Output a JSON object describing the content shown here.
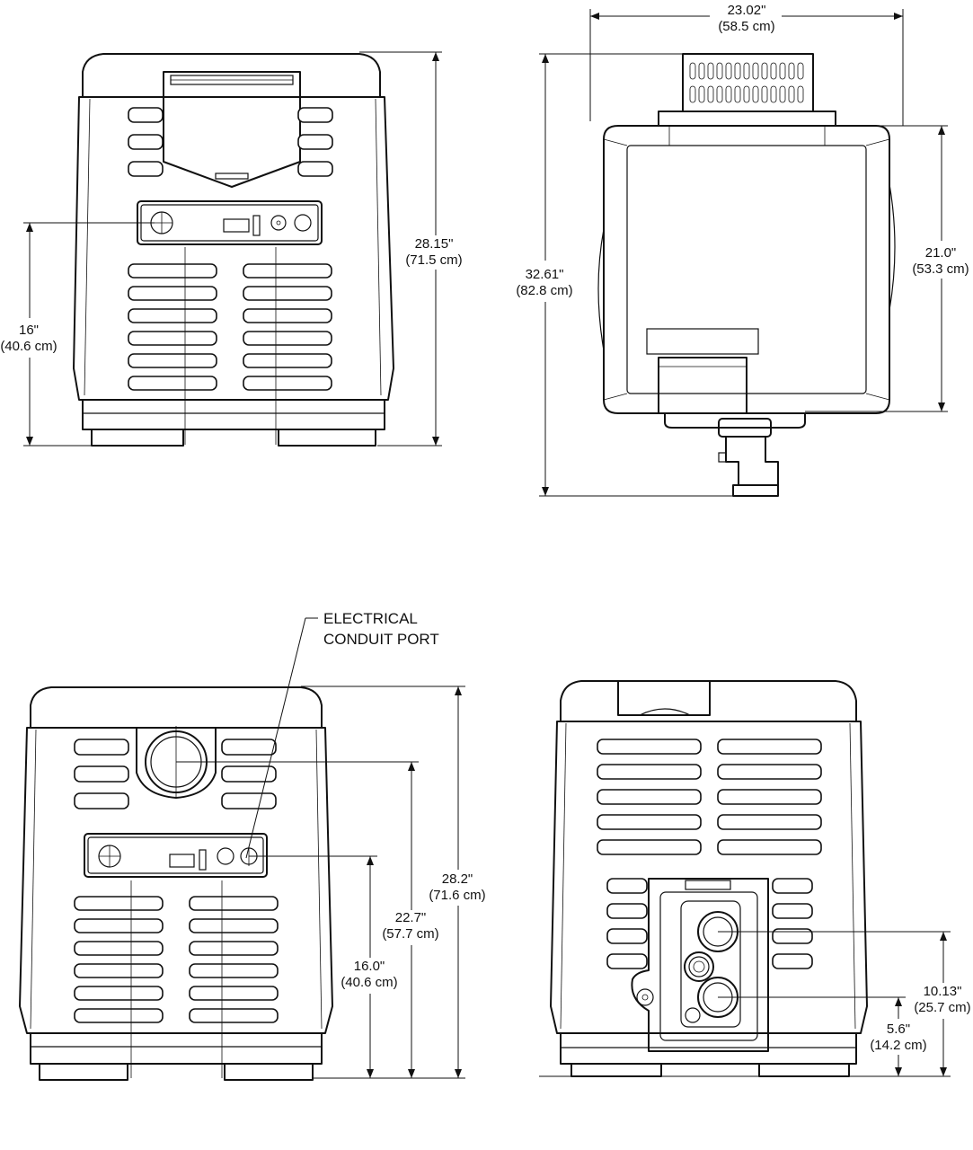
{
  "dimensions": {
    "front_height": {
      "inches": "28.15\"",
      "cm": "(71.5 cm)"
    },
    "front_control_height": {
      "inches": "16\"",
      "cm": "(40.6 cm)"
    },
    "top_width": {
      "inches": "23.02\"",
      "cm": "(58.5 cm)"
    },
    "top_depth_total": {
      "inches": "32.61\"",
      "cm": "(82.8 cm)"
    },
    "top_depth_body": {
      "inches": "21.0\"",
      "cm": "(53.3 cm)"
    },
    "rear_height": {
      "inches": "28.2\"",
      "cm": "(71.6 cm)"
    },
    "rear_vent_height": {
      "inches": "22.7\"",
      "cm": "(57.7 cm)"
    },
    "rear_conduit_height": {
      "inches": "16.0\"",
      "cm": "(40.6 cm)"
    },
    "side_upper_port_height": {
      "inches": "10.13\"",
      "cm": "(25.7 cm)"
    },
    "side_lower_port_height": {
      "inches": "5.6\"",
      "cm": "(14.2 cm)"
    }
  },
  "callouts": {
    "conduit_line1": "ELECTRICAL",
    "conduit_line2": "CONDUIT PORT"
  }
}
